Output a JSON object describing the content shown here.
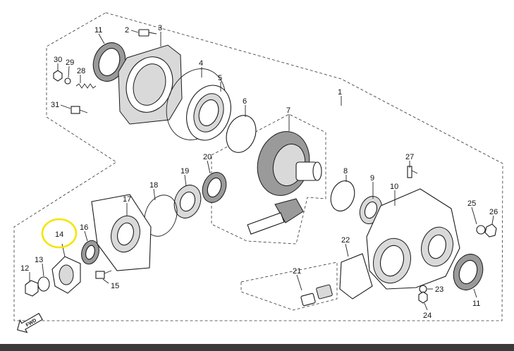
{
  "diagram": {
    "callouts": {
      "p1": "1",
      "p2": "2",
      "p3": "3",
      "p4": "4",
      "p5": "5",
      "p6": "6",
      "p7": "7",
      "p8": "8",
      "p9": "9",
      "p10": "10",
      "p11a": "11",
      "p11b": "11",
      "p12": "12",
      "p13": "13",
      "p14": "14",
      "p15": "15",
      "p16": "16",
      "p17": "17",
      "p18": "18",
      "p19": "19",
      "p20": "20",
      "p21": "21",
      "p22": "22",
      "p23": "23",
      "p24": "24",
      "p25": "25",
      "p26": "26",
      "p27": "27",
      "p28": "28",
      "p29": "29",
      "p30": "30",
      "p31": "31"
    },
    "highlighted_part": "14",
    "highlight_color": "#f2e600",
    "direction_arrow_text": "FWD"
  }
}
